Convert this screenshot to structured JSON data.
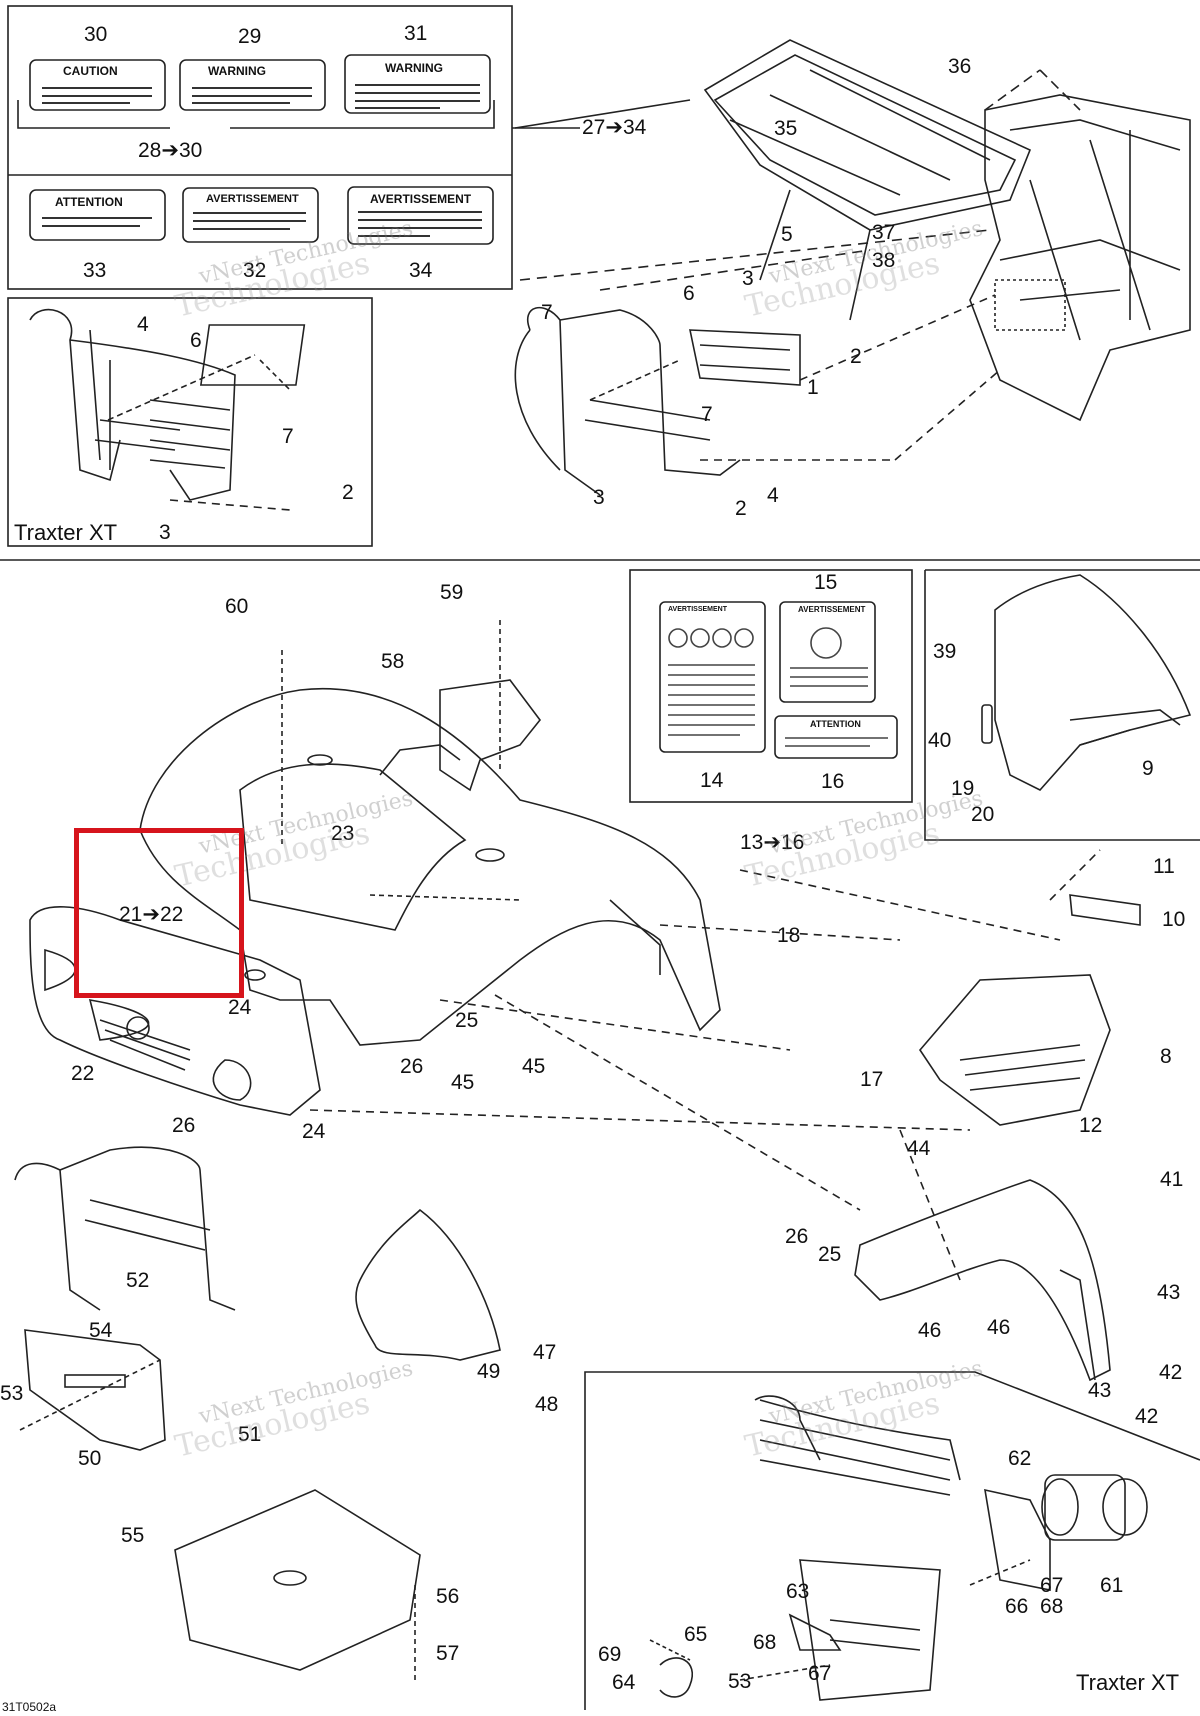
{
  "callouts": [
    "30",
    "29",
    "31",
    "28➔30",
    "33",
    "32",
    "34",
    "27➔34",
    "36",
    "35",
    "5",
    "37",
    "38",
    "4",
    "6",
    "7",
    "2",
    "3",
    "6",
    "3",
    "7",
    "2",
    "1",
    "7",
    "3",
    "4",
    "2",
    "Traxter XT",
    "60",
    "59",
    "58",
    "23",
    "21➔22",
    "24",
    "22",
    "26",
    "25",
    "26",
    "45",
    "45",
    "24",
    "13➔16",
    "18",
    "15",
    "14",
    "16",
    "39",
    "40",
    "9",
    "19",
    "20",
    "11",
    "10",
    "8",
    "17",
    "12",
    "44",
    "41",
    "26",
    "25",
    "46",
    "46",
    "43",
    "42",
    "43",
    "42",
    "47",
    "49",
    "48",
    "52",
    "54",
    "53",
    "50",
    "51",
    "55",
    "56",
    "57",
    "62",
    "63",
    "61",
    "67",
    "66",
    "68",
    "65",
    "69",
    "64",
    "68",
    "53",
    "67",
    "Traxter XT",
    "31T0502a"
  ],
  "decals": {
    "caution": "CAUTION",
    "warning1": "WARNING",
    "warning2": "WARNING",
    "attention1": "ATTENTION",
    "avertissement1": "AVERTISSEMENT",
    "avertissement2": "AVERTISSEMENT",
    "avertissement3": "AVERTISSEMENT",
    "avertissement4": "AVERTISSEMENT",
    "attention2": "ATTENTION"
  },
  "watermark": {
    "line1": "vNext Technologies",
    "line2": "Technologies"
  },
  "highlight_color": "#d6141c"
}
